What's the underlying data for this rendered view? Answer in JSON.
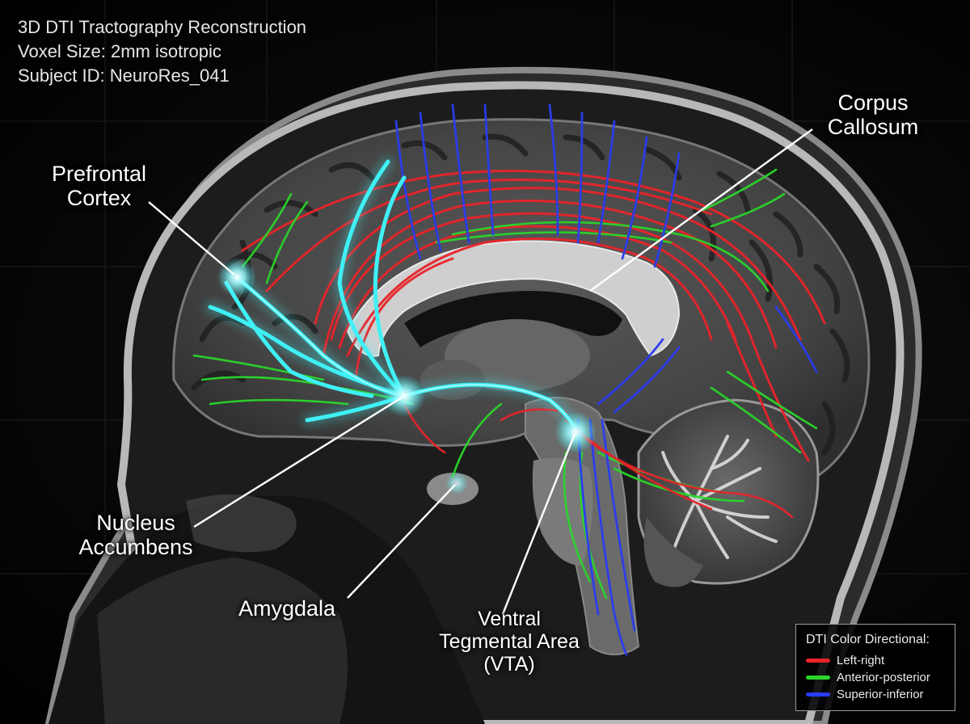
{
  "header": {
    "title": "3D DTI Tractography Reconstruction",
    "voxel_size": "Voxel Size: 2mm isotropic",
    "subject_id": "Subject ID: NeuroRes_041"
  },
  "labels": {
    "prefrontal": [
      "Prefrontal",
      "Cortex"
    ],
    "corpus": [
      "Corpus",
      "Callosum"
    ],
    "accumbens": [
      "Nucleus",
      "Accumbens"
    ],
    "amygdala": [
      "Amygdala"
    ],
    "vta": [
      "Ventral",
      "Tegmental Area",
      "(VTA)"
    ]
  },
  "legend": {
    "title": "DTI Color Directional:",
    "items": [
      {
        "label": "Left-right",
        "color": "#e8242a"
      },
      {
        "label": "Anterior-posterior",
        "color": "#2ad62a"
      },
      {
        "label": "Superior-inferior",
        "color": "#2a3cf0"
      }
    ]
  },
  "colors": {
    "highlight_tract": "#3ff0f5",
    "left_right": "#e8242a",
    "anterior_posterior": "#2ad62a",
    "superior_inferior": "#2a3cf0"
  }
}
